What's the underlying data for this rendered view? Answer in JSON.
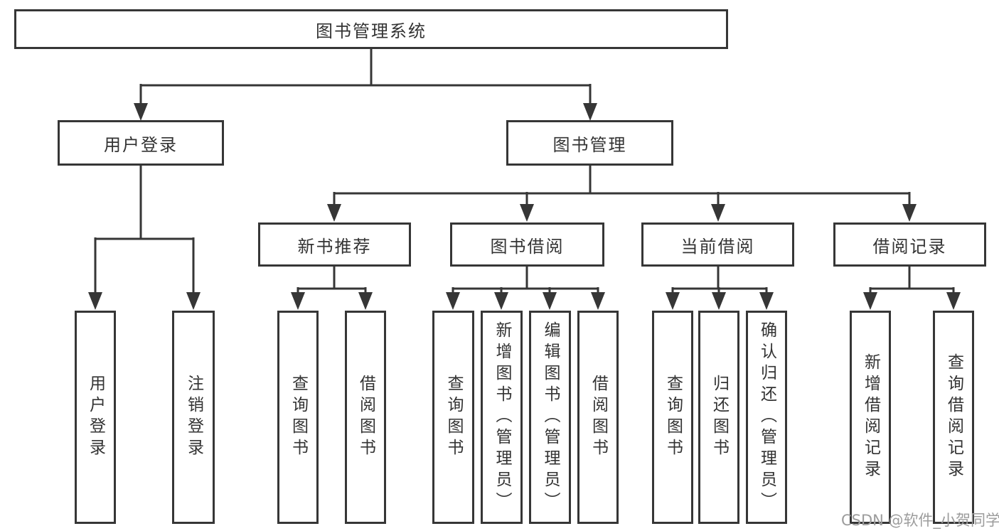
{
  "colors": {
    "line": "#363636",
    "box_border": "#363636",
    "box_background": "#ffffff",
    "text": "#333333",
    "watermark": "#9c9c9c"
  },
  "watermark": {
    "text": "CSDN @软件_小贺同学"
  },
  "tree": {
    "root": {
      "label": "图书管理系统"
    },
    "children": [
      {
        "label": "用户登录",
        "children": [
          {
            "label": "用户登录"
          },
          {
            "label": "注销登录"
          }
        ]
      },
      {
        "label": "图书管理",
        "children": [
          {
            "label": "新书推荐",
            "children": [
              {
                "label": "查询图书"
              },
              {
                "label": "借阅图书"
              }
            ]
          },
          {
            "label": "图书借阅",
            "children": [
              {
                "label": "查询图书"
              },
              {
                "label": "新增图书（管理员）"
              },
              {
                "label": "编辑图书（管理员）"
              },
              {
                "label": "借阅图书"
              }
            ]
          },
          {
            "label": "当前借阅",
            "children": [
              {
                "label": "查询图书"
              },
              {
                "label": "归还图书"
              },
              {
                "label": "确认归还（管理员）"
              }
            ]
          },
          {
            "label": "借阅记录",
            "children": [
              {
                "label": "新增借阅记录"
              },
              {
                "label": "查询借阅记录"
              }
            ]
          }
        ]
      }
    ]
  }
}
